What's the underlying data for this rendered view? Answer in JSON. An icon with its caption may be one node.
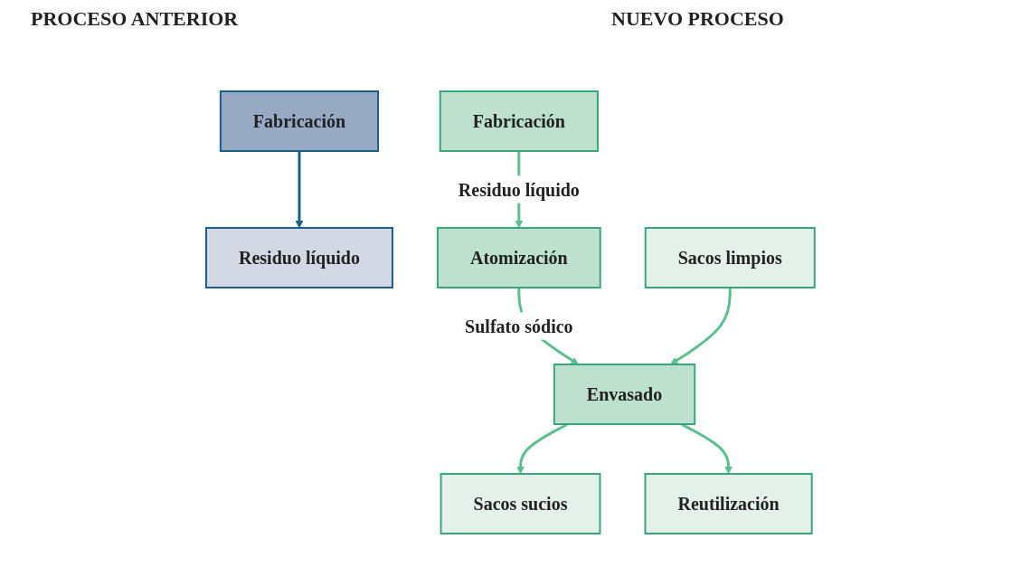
{
  "diagram": {
    "nodes": [
      {
        "text": [
          "Fabricación"
        ]
      },
      {
        "text": [
          "Residuo líquido"
        ]
      },
      {
        "text": [
          "Fabricación"
        ]
      },
      {
        "text": [
          "Atomización"
        ]
      },
      {
        "text": [
          "Sacos limpios"
        ]
      },
      {
        "text": [
          "Envasado"
        ]
      },
      {
        "text": [
          "Sacos sucios"
        ]
      },
      {
        "text": [
          "Reutilización"
        ]
      }
    ],
    "edges": [
      {
        "from": 0,
        "to": 1,
        "arrow": "to",
        "color": "#1a5e8a"
      },
      {
        "from": 2,
        "to": 3,
        "arrow": "to",
        "label": "Residuo líquido"
      },
      {
        "from": 3,
        "to": 5,
        "arrow": "to",
        "label": "Sulfato sódico"
      },
      {
        "from": 4,
        "to": 5,
        "arrow": "to"
      },
      {
        "from": 5,
        "to": 6,
        "arrow": "to"
      },
      {
        "from": 5,
        "to": 7,
        "arrow": "to"
      }
    ],
    "labels": [
      "PROCESO ANTERIOR",
      "NUEVO PROCESO"
    ]
  }
}
